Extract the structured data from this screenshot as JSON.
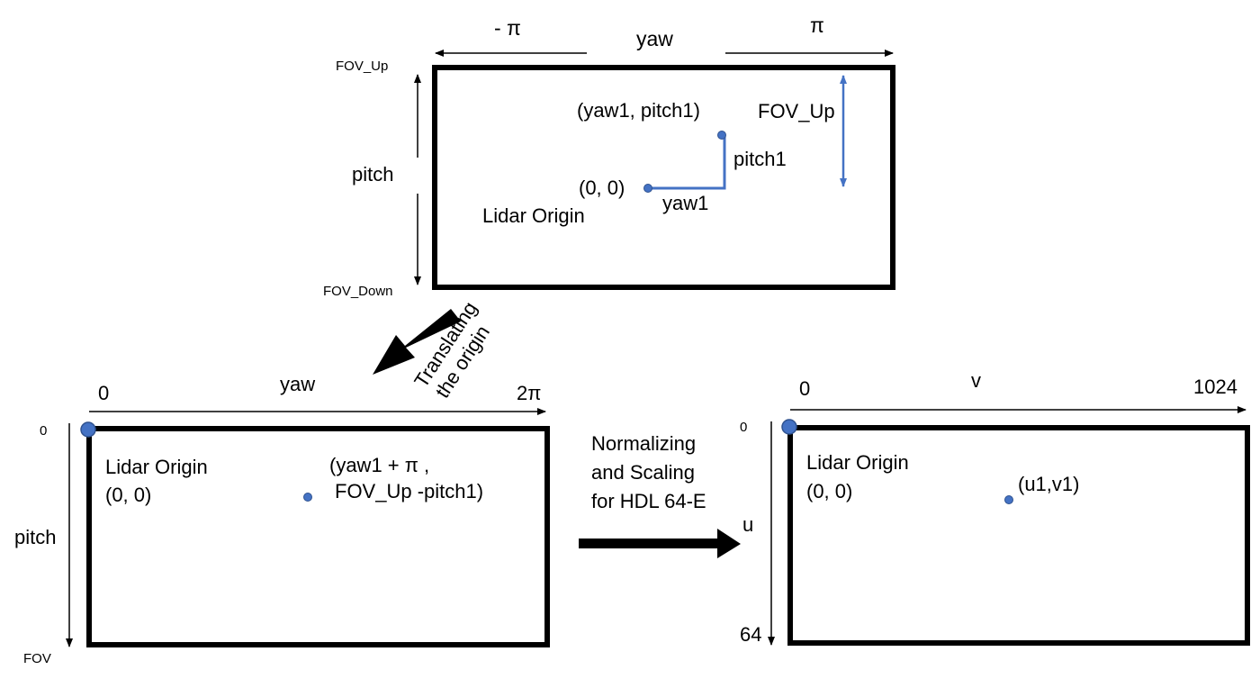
{
  "colors": {
    "frame": "#000000",
    "accent_blue": "#4472c4",
    "point_fill": "#4472c4",
    "point_stroke": "#2f528f"
  },
  "top_panel": {
    "yaw_label": "yaw",
    "yaw_min": "- π",
    "yaw_max": "π",
    "pitch_label": "pitch",
    "fov_up_left": "FOV_Up",
    "fov_down": "FOV_Down",
    "fov_up_right": "FOV_Up",
    "point_label": "(yaw1, pitch1)",
    "pitch1_label": "pitch1",
    "yaw1_label": "yaw1",
    "origin_coords": "(0, 0)",
    "origin_label": "Lidar Origin"
  },
  "transition_1": {
    "line1": "Translating",
    "line2": "the origin"
  },
  "bottom_left_panel": {
    "x_start": "0",
    "x_label": "yaw",
    "x_end": "2π",
    "y_start": "0",
    "y_label": "pitch",
    "y_end": "FOV",
    "origin_label": "Lidar Origin",
    "origin_coords": "(0, 0)",
    "point_line1": "(yaw1 + π ,",
    "point_line2": "FOV_Up -pitch1)"
  },
  "transition_2": {
    "line1": "Normalizing",
    "line2": "and Scaling",
    "line3": "for HDL 64-E"
  },
  "bottom_right_panel": {
    "x_start": "0",
    "x_label": "v",
    "x_end": "1024",
    "y_start": "0",
    "y_label": "u",
    "y_end": "64",
    "origin_label": "Lidar Origin",
    "origin_coords": "(0, 0)",
    "point_label": "(u1,v1)"
  }
}
